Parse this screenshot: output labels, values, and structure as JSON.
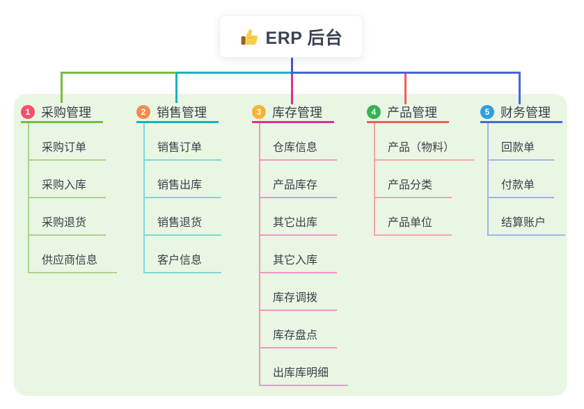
{
  "root": {
    "title": "ERP 后台",
    "icon": "thumbs-up-icon"
  },
  "branches": [
    {
      "index": "1",
      "title": "采购管理",
      "badge_color": "#F4516C",
      "line_color": "#76BB3F",
      "child_line_color": "#A9D38B",
      "children": [
        "采购订单",
        "采购入库",
        "采购退货",
        "供应商信息"
      ]
    },
    {
      "index": "2",
      "title": "销售管理",
      "badge_color": "#F28B4B",
      "line_color": "#0EB6BC",
      "child_line_color": "#7ED8D8",
      "children": [
        "销售订单",
        "销售出库",
        "销售退货",
        "客户信息"
      ]
    },
    {
      "index": "3",
      "title": "库存管理",
      "badge_color": "#F9B234",
      "line_color": "#E12B8D",
      "child_line_color": "#F195C5",
      "children": [
        "仓库信息",
        "产品库存",
        "其它出库",
        "其它入库",
        "库存调拨",
        "库存盘点",
        "出库库明细"
      ]
    },
    {
      "index": "4",
      "title": "产品管理",
      "badge_color": "#32B356",
      "line_color": "#F25A5A",
      "child_line_color": "#F9A3A3",
      "children": [
        "产品（物料）",
        "产品分类",
        "产品单位"
      ]
    },
    {
      "index": "5",
      "title": "财务管理",
      "badge_color": "#2D9FE0",
      "line_color": "#4566D8",
      "child_line_color": "#9FB3E8",
      "children": [
        "回款单",
        "付款单",
        "结算账户"
      ]
    }
  ],
  "colors": {
    "page_bg": "#FFFFFF",
    "panel_bg": "#E9F6E3",
    "root_link": "#4355DB",
    "card_bg": "#FFFFFF",
    "title_text": "#3A4254",
    "node_text": "#3A3F4A"
  }
}
